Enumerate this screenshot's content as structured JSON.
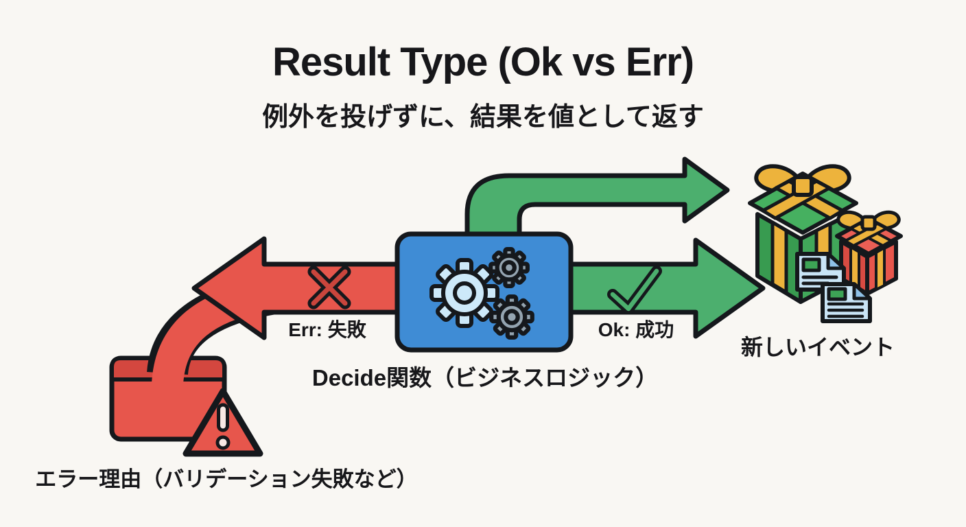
{
  "title": "Result Type (Ok vs Err)",
  "subtitle": "例外を投げずに、結果を値として返す",
  "decide_box": {
    "label": "Decide関数（ビジネスロジック）",
    "icon": "gears-icon"
  },
  "err_branch": {
    "arrow_label": "Err: 失敗",
    "arrow_icon": "x-mark-icon",
    "result_label": "エラー理由（バリデーション失敗など）",
    "result_icons": [
      "error-card-icon",
      "warning-triangle-icon"
    ]
  },
  "ok_branch": {
    "arrow_label": "Ok: 成功",
    "arrow_icon": "check-mark-icon",
    "result_label": "新しいイベント",
    "result_icons": [
      "gift-green-icon",
      "gift-red-icon",
      "document-icon",
      "document-icon"
    ]
  },
  "colors": {
    "background": "#f9f7f3",
    "ok_green": "#4caf6e",
    "err_red": "#e7564c",
    "err_red_dark": "#d4473f",
    "process_blue": "#3f8cd5",
    "gear_light_blue": "#cde9f9",
    "gear_gray": "#94a4b0",
    "ribbon_gold": "#edb33c",
    "doc_blue": "#c9e4f6",
    "doc_fold_blue": "#8fc1e8",
    "doc_green": "#3da456",
    "outline": "#15181c",
    "text": "#17171a"
  }
}
